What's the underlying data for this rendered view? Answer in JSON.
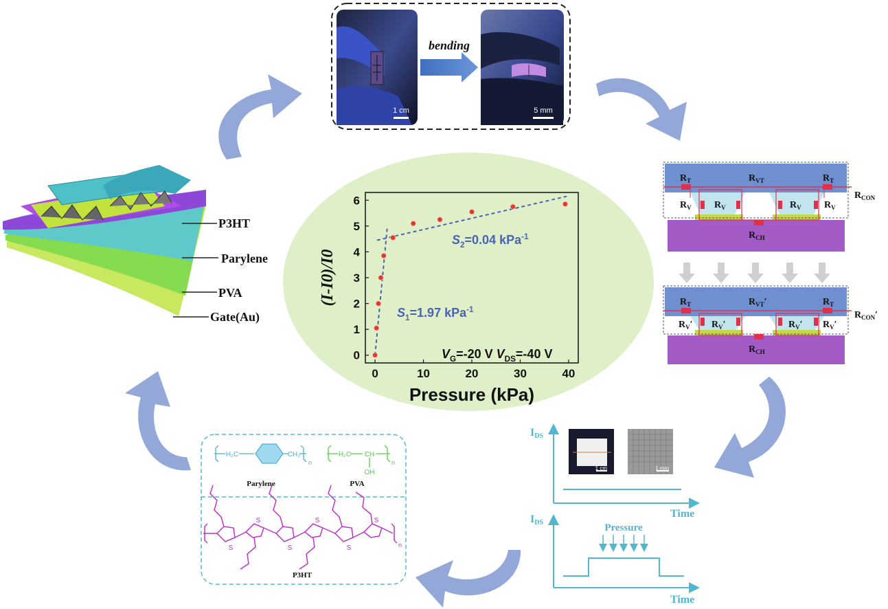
{
  "colors": {
    "arrow": "#93a8d8",
    "ellipse": "#dff0c8",
    "fit_line": "#4a63b0",
    "point": "#e03a2f",
    "blue_layer": "#6f8fd0",
    "purple_layer": "#a35cc6",
    "cyan_axis": "#52b6d0",
    "p3ht": "#c033c8",
    "pva": "#55d044",
    "parylene": "#4eb0d6",
    "resistor": "#e0304a"
  },
  "photos": {
    "bending_label": "bending",
    "scale_left": "1 cm",
    "scale_right": "5 mm"
  },
  "device_layers": {
    "p3ht": "P3HT",
    "parylene": "Parylene",
    "pva": "PVA",
    "gate": "Gate(Au)"
  },
  "chart_data": {
    "type": "scatter",
    "x_label": "Pressure (kPa)",
    "y_label": "(I-I0)/I0",
    "x_ticks": [
      "0",
      "10",
      "20",
      "30",
      "40"
    ],
    "y_ticks": [
      "0",
      "1",
      "2",
      "3",
      "4",
      "5",
      "6"
    ],
    "xlim": [
      -2,
      42
    ],
    "ylim": [
      -0.3,
      6.3
    ],
    "points": [
      {
        "x": 0,
        "y": 0
      },
      {
        "x": 0.3,
        "y": 1.05
      },
      {
        "x": 0.7,
        "y": 2.0
      },
      {
        "x": 1.2,
        "y": 3.0
      },
      {
        "x": 1.8,
        "y": 3.85
      },
      {
        "x": 3.7,
        "y": 4.55
      },
      {
        "x": 7.9,
        "y": 5.1
      },
      {
        "x": 13.4,
        "y": 5.25
      },
      {
        "x": 20,
        "y": 5.55
      },
      {
        "x": 28.5,
        "y": 5.75
      },
      {
        "x": 39.3,
        "y": 5.85
      }
    ],
    "fit_lines": [
      {
        "from": [
          0,
          0
        ],
        "to": [
          2.5,
          4.9
        ]
      },
      {
        "from": [
          0.4,
          4.45
        ],
        "to": [
          39.6,
          6.15
        ]
      }
    ],
    "annotations": {
      "s1_prefix": "S",
      "s1_sub": "1",
      "s1_rest": "=1.97 kPa",
      "s1_sup": "-1",
      "s2_prefix": "S",
      "s2_sub": "2",
      "s2_rest": "=0.04 kPa",
      "s2_sup": "-1",
      "cond_vg": "V",
      "cond_vg_sub": "G",
      "cond_vg_val": "=-20 V ",
      "cond_vds": "V",
      "cond_vds_sub": "DS",
      "cond_vds_val": "=-40 V"
    }
  },
  "circuit": {
    "rt": "R",
    "rt_sub": "T",
    "rvt": "R",
    "rvt_sub": "VT",
    "rv": "R",
    "rv_sub": "V",
    "rcon": "R",
    "rcon_sub": "CON",
    "rch": "R",
    "rch_sub": "CH",
    "prime": "′"
  },
  "signal": {
    "ids": "I",
    "ids_sub": "DS",
    "time": "Time",
    "pressure": "Pressure",
    "scale_left": "1 cm",
    "scale_right": "1 mm"
  },
  "chemistry": {
    "parylene_label": "Parylene",
    "pva_label": "PVA",
    "p3ht_label": "P3HT",
    "h2c": "H₂C",
    "ch2": "CH₂",
    "ch": "CH",
    "oh": "OH",
    "n": "n",
    "s": "S"
  }
}
